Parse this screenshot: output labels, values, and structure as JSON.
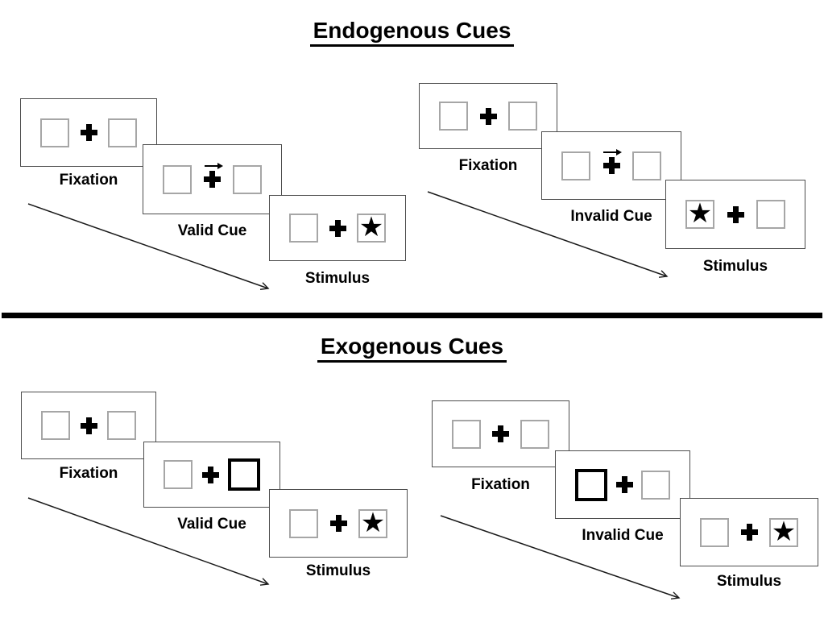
{
  "colors": {
    "background": "#ffffff",
    "panel_border": "#4d4d4d",
    "placeholder_box_border": "#a6a6a6",
    "emphasis_black": "#000000"
  },
  "icons": {
    "star": "★",
    "fixation_cross": "plus-cross",
    "endogenous_cue": "thin-right-arrow",
    "time_arrow": "diagonal-open-arrow"
  },
  "sections": [
    {
      "title": "Endogenous Cues",
      "groups": [
        {
          "name": "valid-trial",
          "panels": [
            {
              "label": "Fixation",
              "left_box": "empty",
              "right_box": "empty",
              "cue": "none"
            },
            {
              "label": "Valid Cue",
              "left_box": "empty",
              "right_box": "empty",
              "cue": "arrow-pointing-right"
            },
            {
              "label": "Stimulus",
              "left_box": "empty",
              "right_box": "star",
              "cue": "none"
            }
          ]
        },
        {
          "name": "invalid-trial",
          "panels": [
            {
              "label": "Fixation",
              "left_box": "empty",
              "right_box": "empty",
              "cue": "none"
            },
            {
              "label": "Invalid Cue",
              "left_box": "empty",
              "right_box": "empty",
              "cue": "arrow-pointing-right"
            },
            {
              "label": "Stimulus",
              "left_box": "star",
              "right_box": "empty",
              "cue": "none"
            }
          ]
        }
      ]
    },
    {
      "title": "Exogenous Cues",
      "groups": [
        {
          "name": "valid-trial",
          "panels": [
            {
              "label": "Fixation",
              "left_box": "empty",
              "right_box": "empty",
              "cue": "none"
            },
            {
              "label": "Valid Cue",
              "left_box": "empty",
              "right_box": "highlighted-bold",
              "cue": "right-box-highlighted"
            },
            {
              "label": "Stimulus",
              "left_box": "empty",
              "right_box": "star",
              "cue": "none"
            }
          ]
        },
        {
          "name": "invalid-trial",
          "panels": [
            {
              "label": "Fixation",
              "left_box": "empty",
              "right_box": "empty",
              "cue": "none"
            },
            {
              "label": "Invalid Cue",
              "left_box": "highlighted-bold",
              "right_box": "empty",
              "cue": "left-box-highlighted"
            },
            {
              "label": "Stimulus",
              "left_box": "empty",
              "right_box": "star",
              "cue": "none"
            }
          ]
        }
      ]
    }
  ]
}
